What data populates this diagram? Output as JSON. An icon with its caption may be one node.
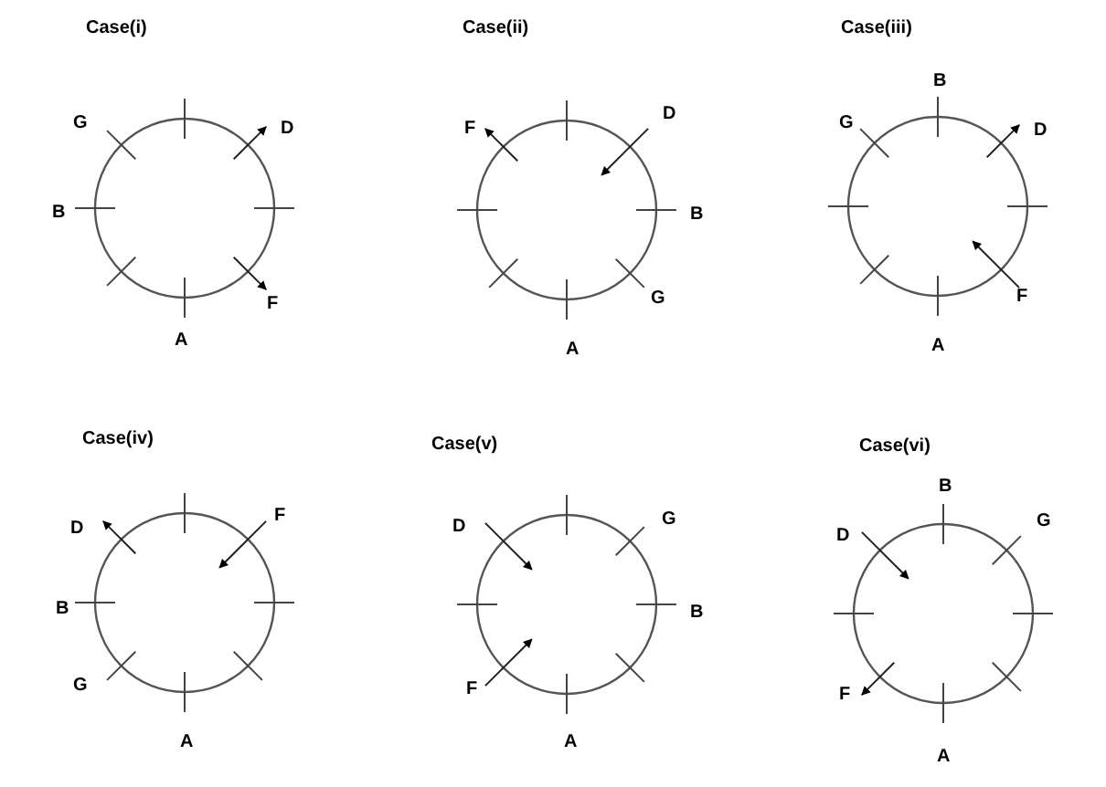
{
  "diagram": {
    "labels": [
      "Case(i)",
      "G",
      "D",
      "B",
      "F",
      "A",
      "Case(ii)",
      "F",
      "D",
      "B",
      "G",
      "A",
      "Case(iii)",
      "B",
      "G",
      "D",
      "F",
      "A",
      "Case(iv)",
      "D",
      "F",
      "B",
      "G",
      "A",
      "Case(v)",
      "D",
      "G",
      "B",
      "F",
      "A",
      "Case(vi)",
      "B",
      "G",
      "D",
      "F",
      "A"
    ]
  }
}
